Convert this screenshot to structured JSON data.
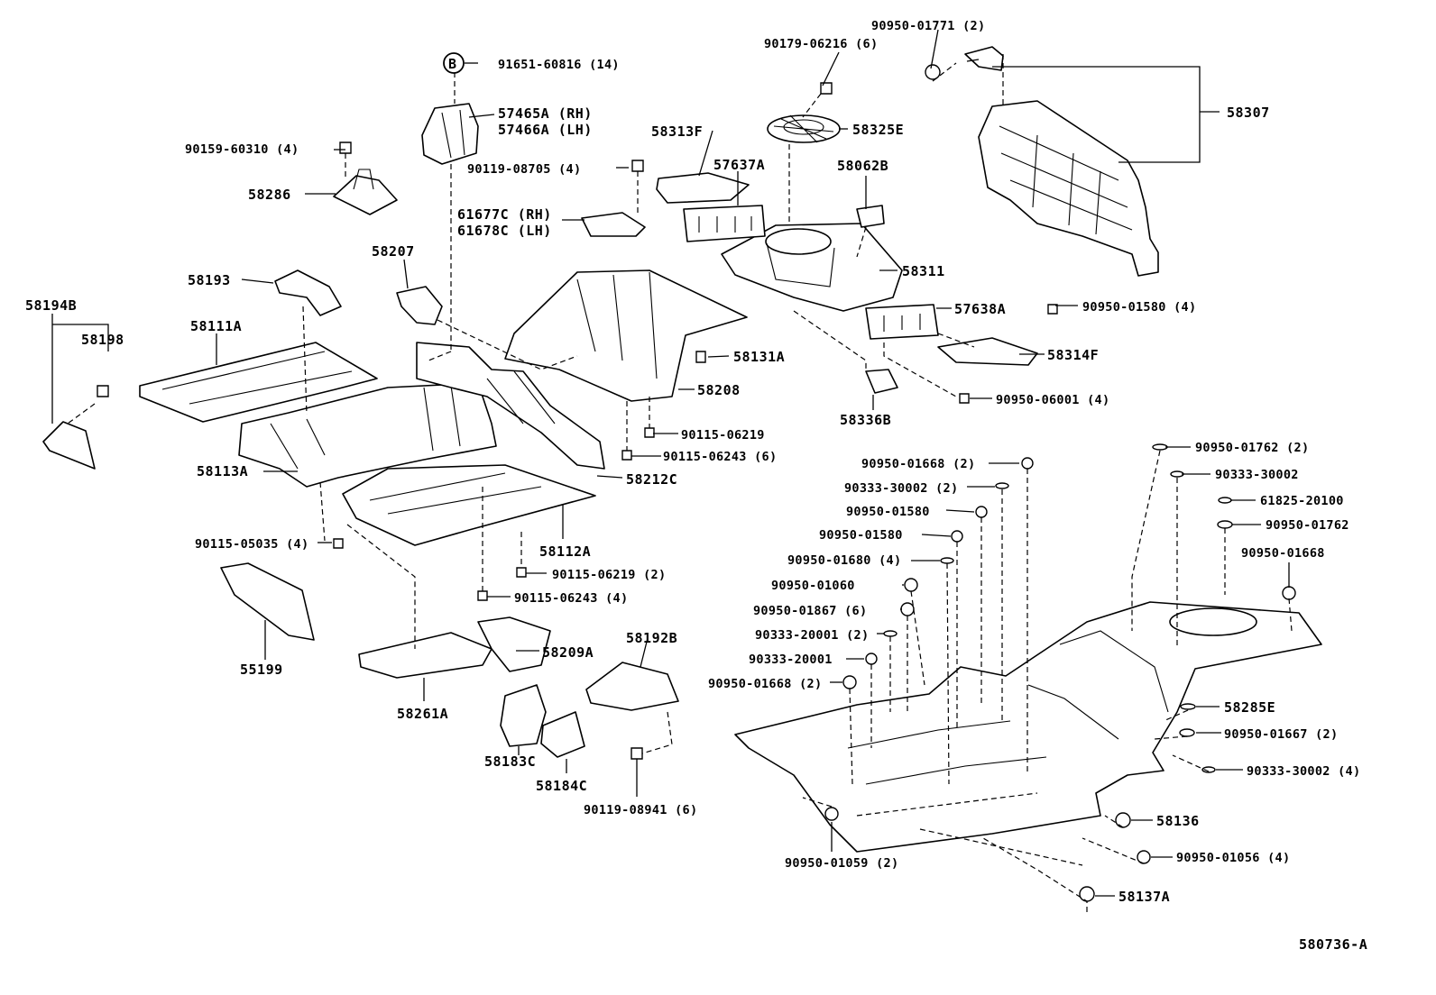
{
  "labels": {
    "l1": "90950-01771 (2)",
    "l2": "90179-06216 (6)",
    "l3": "91651-60816 (14)",
    "l4": "57465A (RH)",
    "l5": "57466A (LH)",
    "l6": "58307",
    "l7": "58325E",
    "l8": "90159-60310 (4)",
    "l9": "58286",
    "l10": "58313F",
    "l11": "90119-08705 (4)",
    "l12": "57637A",
    "l13": "58062B",
    "l14": "61677C (RH)",
    "l15": "61678C (LH)",
    "l16": "58207",
    "l17": "58311",
    "l18": "58193",
    "l19": "57638A",
    "l20": "90950-01580 (4)",
    "l21": "58194B",
    "l22": "58198",
    "l23": "58111A",
    "l24": "58131A",
    "l25": "58314F",
    "l26": "58208",
    "l27": "58336B",
    "l28": "90950-06001 (4)",
    "l29": "90115-06219",
    "l30": "90115-06243 (6)",
    "l31": "58113A",
    "l32": "58212C",
    "l33": "90950-01762 (2)",
    "l34": "90950-01668 (2)",
    "l35": "90333-30002",
    "l36": "90333-30002 (2)",
    "l37": "61825-20100",
    "l38": "90950-01580",
    "l39": "90950-01762",
    "l40": "90950-01580",
    "l41": "90115-05035 (4)",
    "l42": "58112A",
    "l43": "90950-01668",
    "l44": "90950-01680 (4)",
    "l45": "90115-06219 (2)",
    "l46": "90950-01060",
    "l47": "90115-06243 (4)",
    "l48": "90950-01867 (6)",
    "l49": "90333-20001 (2)",
    "l50": "58209A",
    "l51": "58192B",
    "l52": "90333-20001",
    "l53": "55199",
    "l54": "90950-01668 (2)",
    "l55": "58285E",
    "l56": "58261A",
    "l57": "90950-01667 (2)",
    "l58": "58183C",
    "l59": "90333-30002 (4)",
    "l60": "58184C",
    "l61": "58136",
    "l62": "90119-08941 (6)",
    "l63": "90950-01059 (2)",
    "l64": "90950-01056 (4)",
    "l65": "58137A",
    "l66": "580736-A",
    "circle_b": "B"
  }
}
